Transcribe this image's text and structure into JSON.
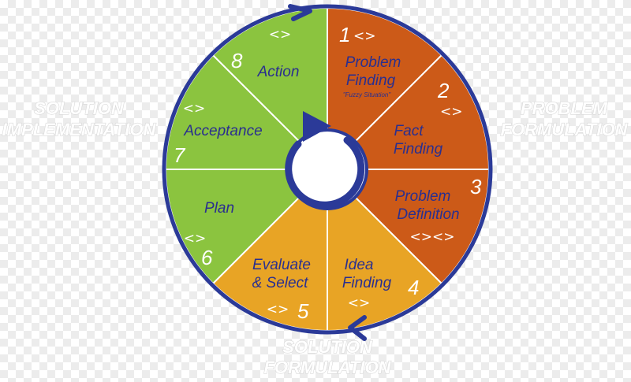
{
  "side_labels": {
    "left": [
      "SOLUTION",
      "IMPLEMENTATION"
    ],
    "right": [
      "PROBLEM",
      "FORMULATION"
    ],
    "bottom": [
      "SOLUTION",
      "FORMULATION"
    ]
  },
  "segments": [
    {
      "number": "1",
      "lines": [
        "Problem",
        "Finding"
      ],
      "note": "\"Fuzzy Situation\"",
      "symbol": "<>",
      "color": "#cc5a18"
    },
    {
      "number": "2",
      "lines": [
        "Fact",
        "Finding"
      ],
      "symbol": "<>",
      "color": "#cc5a18"
    },
    {
      "number": "3",
      "lines": [
        "Problem",
        "Definition"
      ],
      "symbol": "<><>",
      "color": "#cc5a18"
    },
    {
      "number": "4",
      "lines": [
        "Idea",
        "Finding"
      ],
      "symbol": "<>",
      "color": "#e8a425"
    },
    {
      "number": "5",
      "lines": [
        "Evaluate",
        "& Select"
      ],
      "symbol": "<>",
      "color": "#e8a425"
    },
    {
      "number": "6",
      "lines": [
        "Plan"
      ],
      "symbol": "<>",
      "color": "#8bc43f"
    },
    {
      "number": "7",
      "lines": [
        "Acceptance"
      ],
      "symbol": "<>",
      "color": "#8bc43f"
    },
    {
      "number": "8",
      "lines": [
        "Action"
      ],
      "symbol": "<>",
      "color": "#8bc43f"
    }
  ],
  "colors": {
    "outline": "#2b3a98",
    "divider": "#ffffff",
    "text": "#2a2f8f"
  },
  "icons": [
    "cycle-arrow-icon",
    "top-arrow-icon",
    "bottom-arrow-icon"
  ]
}
